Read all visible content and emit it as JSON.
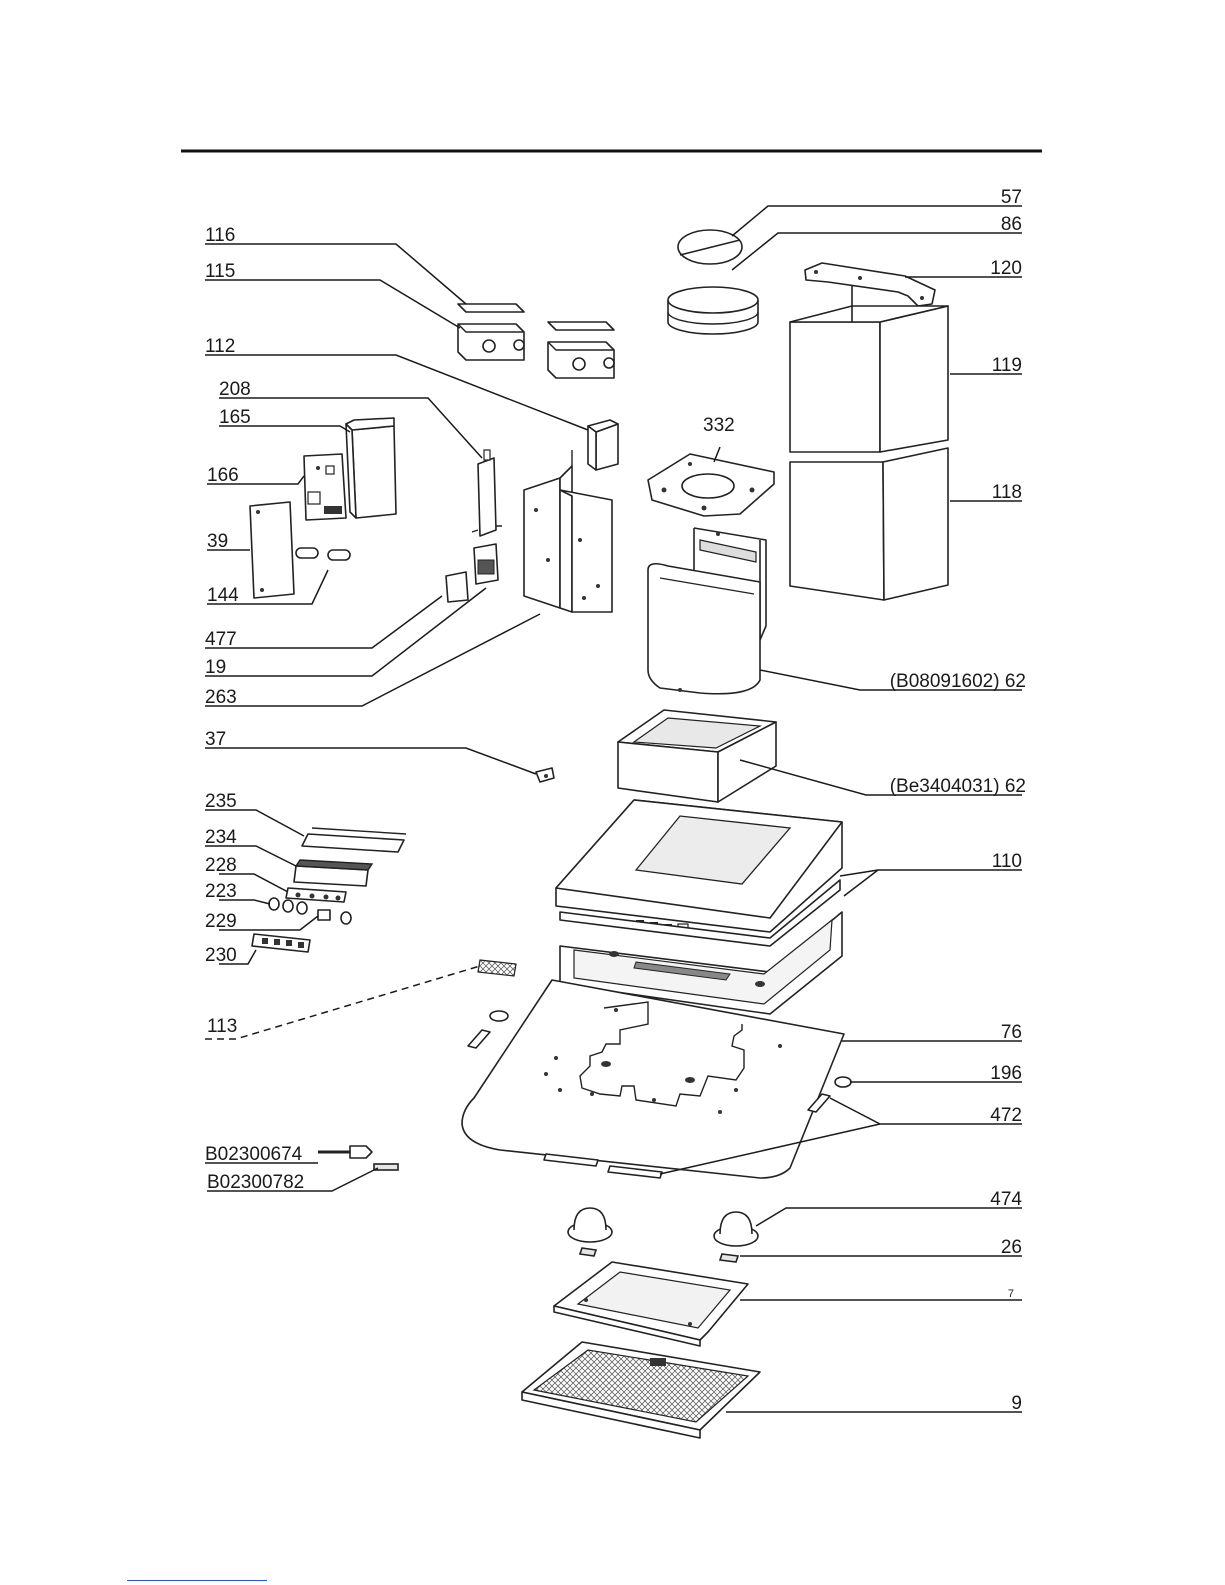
{
  "labels": {
    "l57": "57",
    "l86": "86",
    "l120": "120",
    "l119": "119",
    "l118": "118",
    "l62a": "(B08091602) 62",
    "l62b": "(Be3404031) 62",
    "l110": "110",
    "l76": "76",
    "l196": "196",
    "l472": "472",
    "l474": "474",
    "l26": "26",
    "l7": "7",
    "l9": "9",
    "l332": "332",
    "l116": "116",
    "l115": "115",
    "l112": "112",
    "l208": "208",
    "l165": "165",
    "l166": "166",
    "l39": "39",
    "l144": "144",
    "l477": "477",
    "l19": "19",
    "l263": "263",
    "l37": "37",
    "l235": "235",
    "l234": "234",
    "l228": "228",
    "l223": "223",
    "l229": "229",
    "l230": "230",
    "l113": "113",
    "lcable": "B02300674",
    "lpin": "B02300782"
  }
}
